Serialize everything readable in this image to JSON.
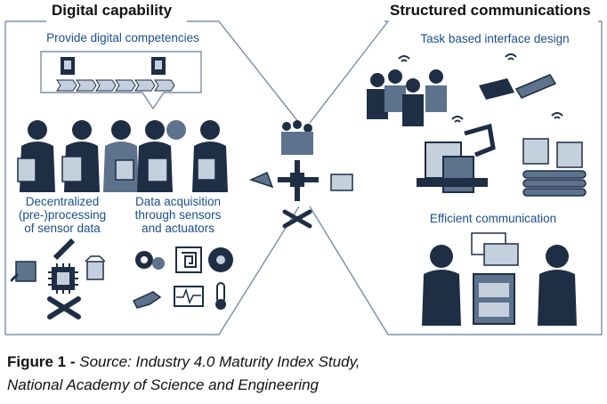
{
  "headings": {
    "left": "Digital capability",
    "right": "Structured communications"
  },
  "labels": {
    "provide_digital": "Provide digital competencies",
    "decentralized": [
      "Decentralized",
      "(pre-)processing",
      "of sensor data"
    ],
    "data_acquisition": [
      "Data acquisition",
      "through sensors",
      "and actuators"
    ],
    "task_based": "Task based interface design",
    "efficient": "Efficient communication"
  },
  "caption": {
    "prefix": "Figure 1 -",
    "source_line1": "Source: Industry 4.0 Maturity Index Study,",
    "source_line2": "National Academy of Science and Engineering"
  },
  "colors": {
    "label_blue": "#1b4f8e",
    "icon_dark": "#1e2e44",
    "icon_mid": "#5d728d",
    "icon_light": "#c4d0de",
    "frame_line": "#7a8fa8"
  }
}
